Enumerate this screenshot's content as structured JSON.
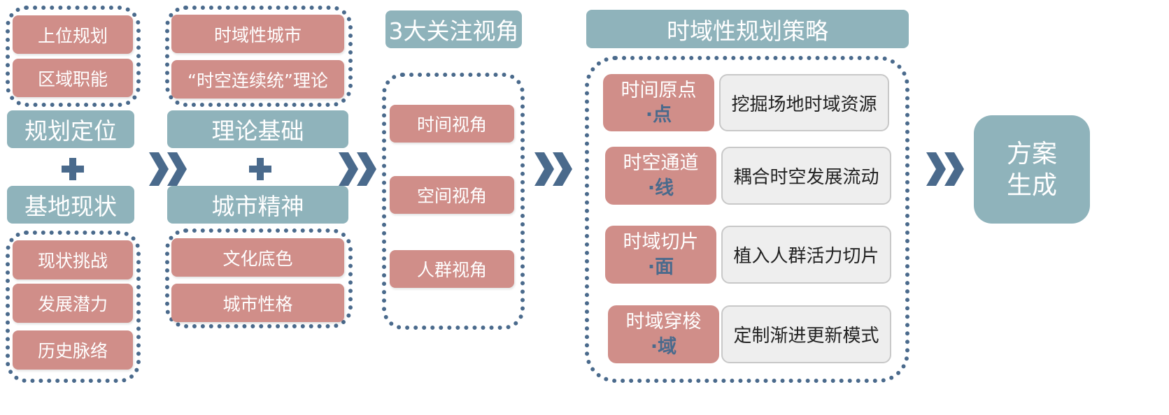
{
  "colors": {
    "pink": "#d08e89",
    "teal": "#8fb3bb",
    "navy": "#4a6a8c",
    "grey": "#eeeeee"
  },
  "col1": {
    "top_items": [
      "上位规划",
      "区域职能"
    ],
    "heading_a": "规划定位",
    "heading_b": "基地现状",
    "bottom_items": [
      "现状挑战",
      "发展潜力",
      "历史脉络"
    ]
  },
  "col2": {
    "top_items": [
      "时域性城市",
      "“时空连续统”理论"
    ],
    "heading_a": "理论基础",
    "heading_b": "城市精神",
    "bottom_items": [
      "文化底色",
      "城市性格"
    ]
  },
  "col3": {
    "title": "3大关注视角",
    "items": [
      "时间视角",
      "空间视角",
      "人群视角"
    ]
  },
  "col4": {
    "title": "时域性规划策略",
    "strategies": [
      {
        "name": "时间原点",
        "key": "·点",
        "desc": "挖掘场地时域资源"
      },
      {
        "name": "时空通道",
        "key": "·线",
        "desc": "耦合时空发展流动"
      },
      {
        "name": "时域切片",
        "key": "·面",
        "desc": "植入人群活力切片"
      },
      {
        "name": "时域穿梭",
        "key": "·域",
        "desc": "定制渐进更新模式"
      }
    ]
  },
  "result": {
    "line1": "方案",
    "line2": "生成"
  },
  "icons": {
    "plus": "plus-icon",
    "arrow": "double-chevron-right-icon"
  }
}
